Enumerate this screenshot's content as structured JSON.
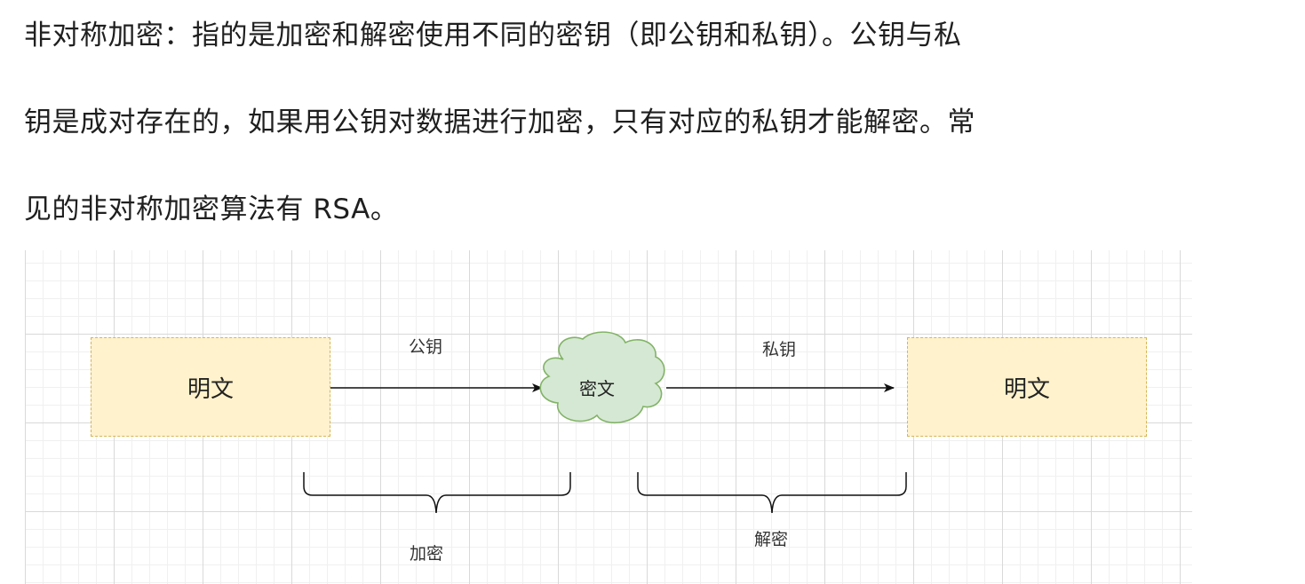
{
  "paragraph": {
    "line1": "非对称加密：指的是加密和解密使用不同的密钥（即公钥和私钥）。公钥与私",
    "line2": "钥是成对存在的，如果用公钥对数据进行加密，只有对应的私钥才能解密。常",
    "line3": "见的非对称加密算法有 RSA。"
  },
  "diagram": {
    "plaintext_left": "明文",
    "plaintext_right": "明文",
    "ciphertext": "密文",
    "public_key": "公钥",
    "private_key": "私钥",
    "encrypt": "加密",
    "decrypt": "解密",
    "colors": {
      "box_fill": "#fff2cc",
      "box_border": "#d6b656",
      "cloud_fill": "#d5e8d4",
      "cloud_border": "#82b366"
    }
  }
}
